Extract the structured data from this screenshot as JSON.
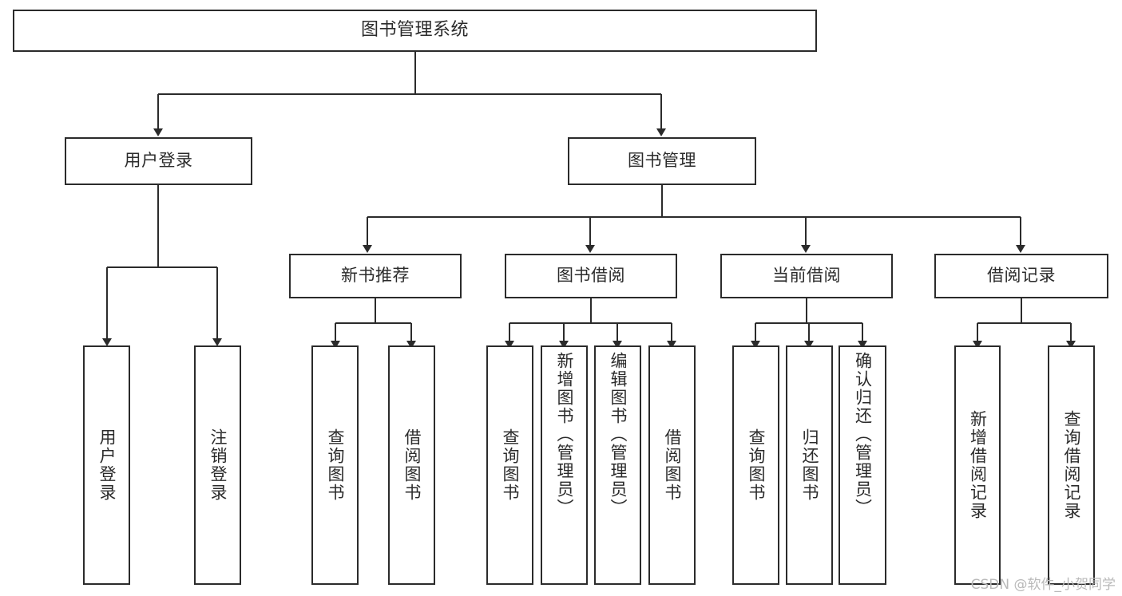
{
  "diagram": {
    "type": "tree",
    "title": "图书管理系统",
    "stroke_color": "#2b2b2b",
    "background_color": "#ffffff",
    "root": {
      "label": "图书管理系统"
    },
    "level1": [
      {
        "label": "用户登录"
      },
      {
        "label": "图书管理"
      }
    ],
    "level2": [
      {
        "label": "新书推荐"
      },
      {
        "label": "图书借阅"
      },
      {
        "label": "当前借阅"
      },
      {
        "label": "借阅记录"
      }
    ],
    "leaves": {
      "user_login": [
        {
          "label": "用户登录"
        },
        {
          "label": "注销登录"
        }
      ],
      "new_book": [
        {
          "label": "查询图书"
        },
        {
          "label": "借阅图书"
        }
      ],
      "book_borrow": [
        {
          "label": "查询图书"
        },
        {
          "label": "新增图书（管理员）"
        },
        {
          "label": "编辑图书（管理员）"
        },
        {
          "label": "借阅图书"
        }
      ],
      "current_borrow": [
        {
          "label": "查询图书"
        },
        {
          "label": "归还图书"
        },
        {
          "label": "确认归还（管理员）"
        }
      ],
      "borrow_record": [
        {
          "label": "新增借阅记录"
        },
        {
          "label": "查询借阅记录"
        }
      ]
    }
  },
  "watermark": {
    "text": "CSDN @软件_小贺同学",
    "color": "#b9b9b9"
  }
}
